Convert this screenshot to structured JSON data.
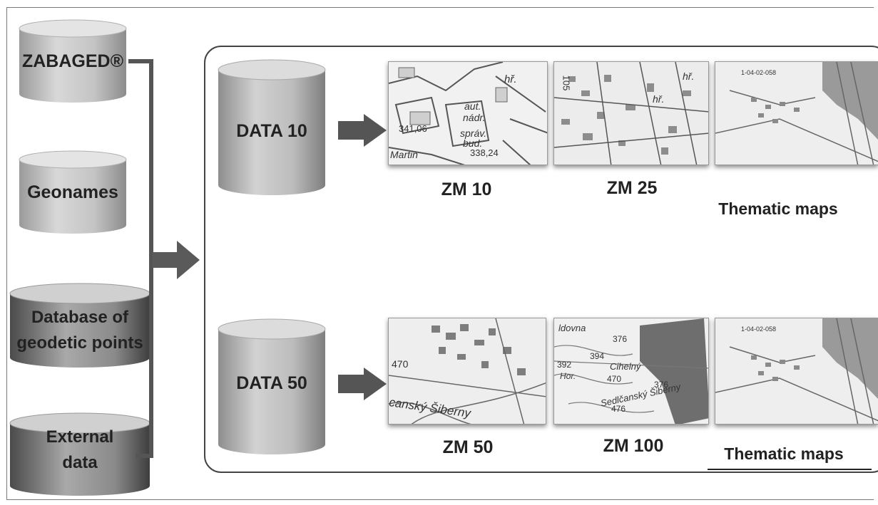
{
  "sources": {
    "zabaged": "ZABAGED®",
    "geonames": "Geonames",
    "geodetic_points": [
      "Database of",
      "geodetic points"
    ],
    "external_data": [
      "External",
      "data"
    ]
  },
  "databases": {
    "data10": "DATA 10",
    "data50": "DATA 50"
  },
  "maps": {
    "zm10": {
      "caption": "ZM 10",
      "labels": [
        "hř.",
        "aut.",
        "nádr.",
        "správ.",
        "bud.",
        "341,06",
        "338,24",
        "Martin"
      ]
    },
    "zm25": {
      "caption": "ZM 25",
      "labels": [
        "hř.",
        "hř.",
        "105"
      ]
    },
    "thematic_top": {
      "caption": "Thematic maps",
      "labels": [
        "1-04-02-058"
      ]
    },
    "zm50": {
      "caption": "ZM 50",
      "labels": [
        "470",
        "canský Šiberny"
      ]
    },
    "zm100": {
      "caption": "ZM 100",
      "labels": [
        "ldovna",
        "376",
        "394",
        "392",
        "Hor.",
        "Cihelný",
        "470",
        "Sedlčanský Šiberny",
        "476",
        "376"
      ]
    },
    "thematic_bottom": {
      "caption": "Thematic maps",
      "labels": [
        "1-04-02-058"
      ]
    }
  }
}
